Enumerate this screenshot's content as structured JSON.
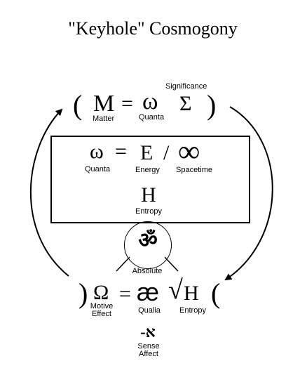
{
  "title": "\"Keyhole\" Cosmogony",
  "top_eq": {
    "open_paren": "(",
    "close_paren": ")",
    "lhs": "M",
    "eq": "=",
    "omega": "ω",
    "sigma": "Σ",
    "lhs_label": "Matter",
    "omega_label": "Quanta",
    "sigma_label": "Significance"
  },
  "box_eq": {
    "omega": "ω",
    "eq": "=",
    "energy": "E",
    "slash": "/",
    "infinity": "∞",
    "omega_label": "Quanta",
    "energy_label": "Energy",
    "infinity_label": "Spacetime",
    "entropy": "H",
    "entropy_label": "Entropy"
  },
  "om": {
    "symbol": "ॐ",
    "label": "Absolute"
  },
  "bottom_eq": {
    "close_paren": ")",
    "open_paren": "(",
    "lhs": "Ω",
    "eq": "=",
    "ae": "æ",
    "root": "√",
    "entropy": "H",
    "lhs_label_line1": "Motive",
    "lhs_label_line2": "Effect",
    "ae_label": "Qualia",
    "entropy_label": "Entropy"
  },
  "aleph": {
    "symbol": "-א",
    "label_line1": "Sense",
    "label_line2": "Affect"
  }
}
